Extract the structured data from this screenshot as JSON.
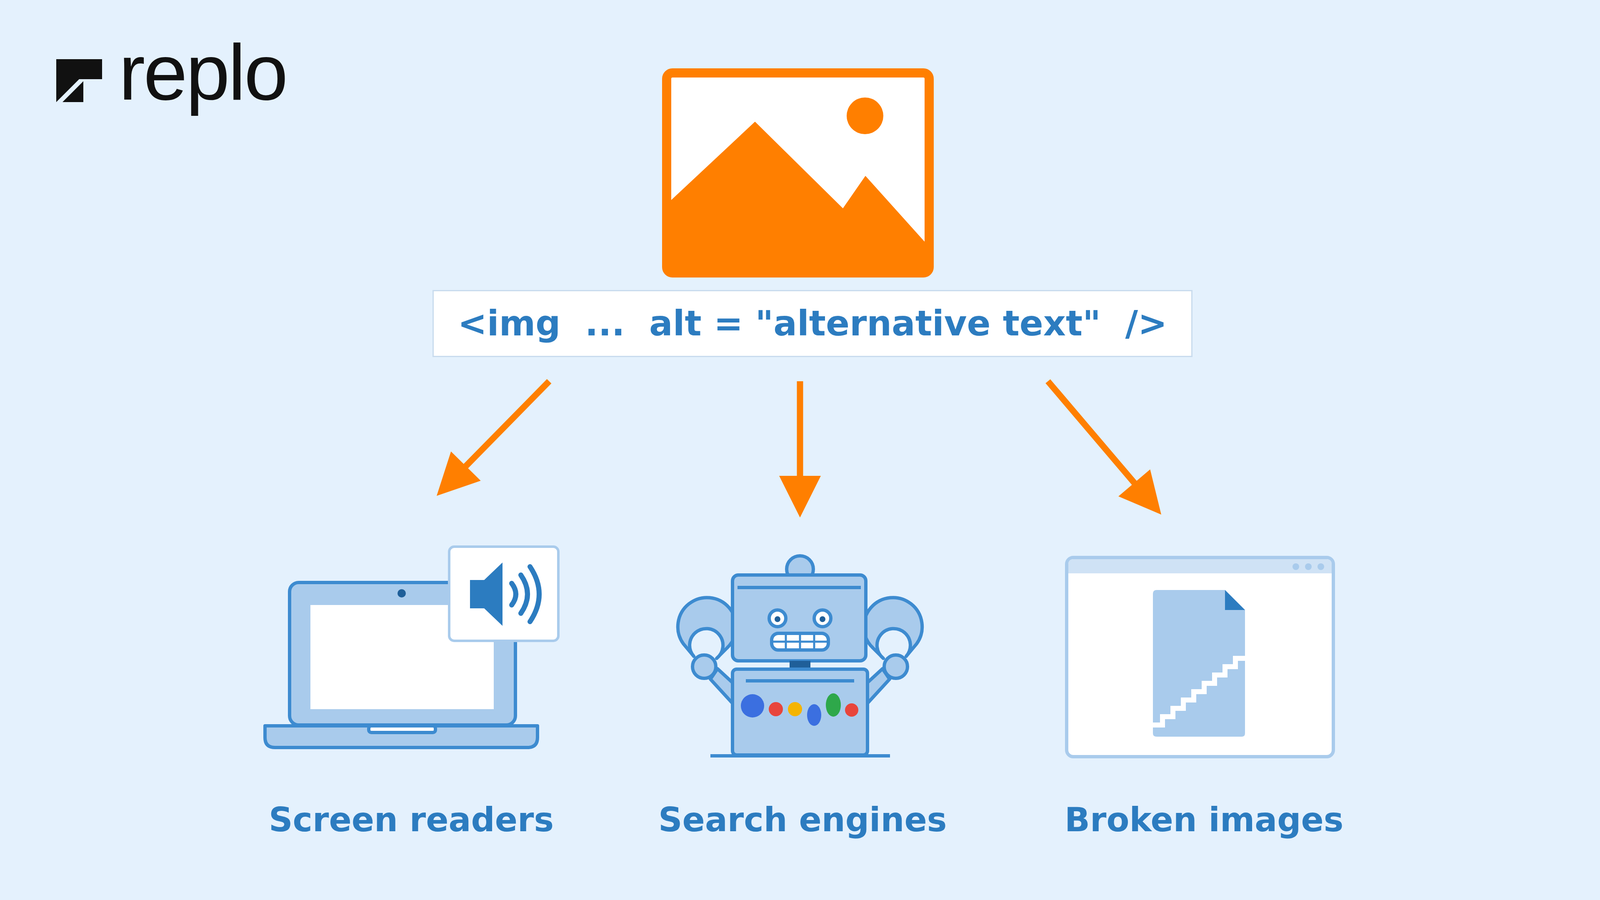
{
  "diagram": {
    "nodes": [
      {
        "text": [
          "<img  ...  alt = \"alternative text\"  />"
        ]
      },
      {
        "text": [
          "Screen readers"
        ]
      },
      {
        "text": [
          "Search engines"
        ]
      },
      {
        "text": [
          "Broken images"
        ]
      }
    ],
    "edges": [
      {
        "from": 0,
        "to": 1,
        "arrow": "to"
      },
      {
        "from": 0,
        "to": 2,
        "arrow": "to"
      },
      {
        "from": 0,
        "to": 3,
        "arrow": "to"
      }
    ],
    "labels": [
      "replo"
    ]
  }
}
